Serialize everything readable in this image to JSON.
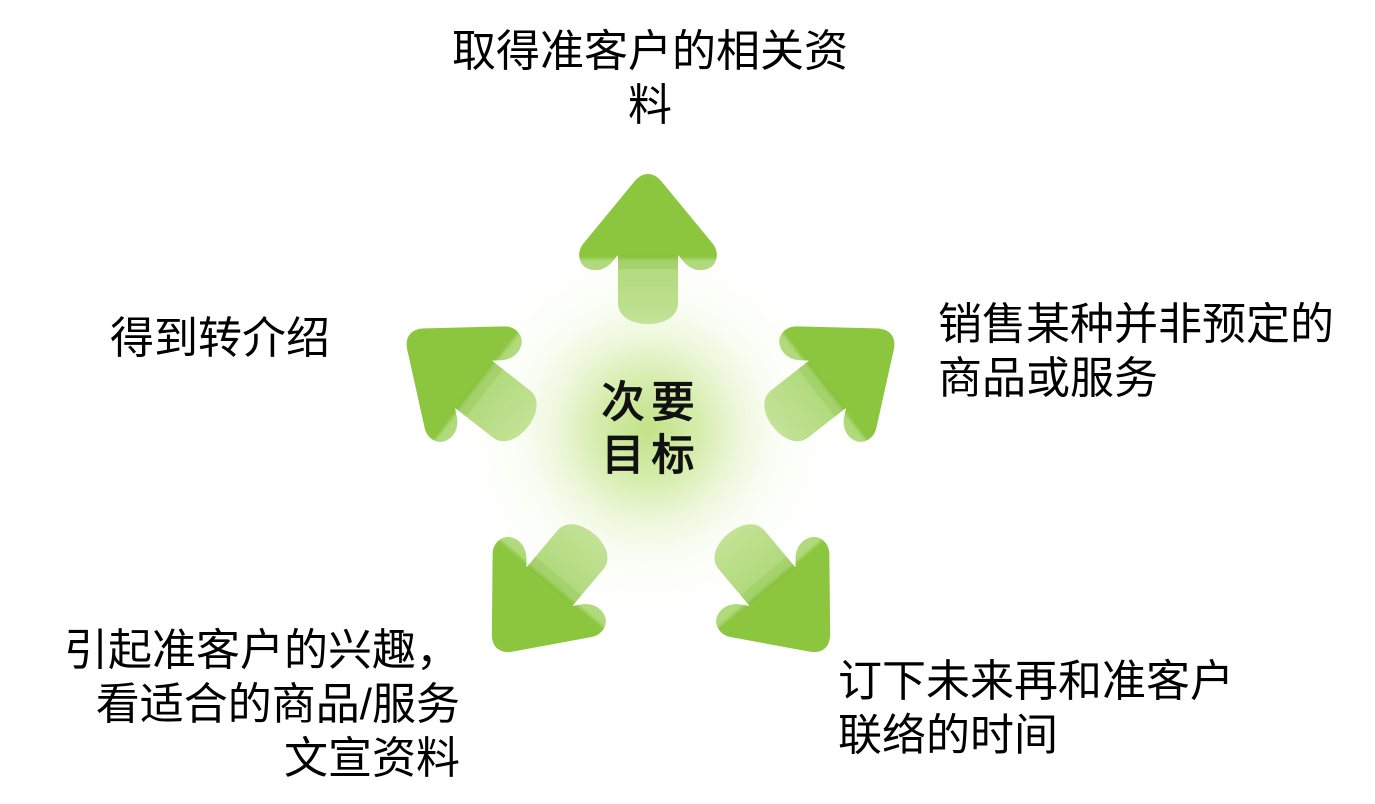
{
  "diagram": {
    "title_center": "次要\n目标",
    "center_lines": [
      "次要",
      "目标"
    ],
    "colors": {
      "arrow_fill": "#8CC63F",
      "arrow_tail_light": "#B9DD8A",
      "glow": "#C8E89A",
      "background": "#FFFFFF",
      "text": "#000000"
    },
    "nodes": [
      {
        "id": "top",
        "position": "top",
        "arrow_direction": "up",
        "arrow_angle_deg": 0,
        "label": "取得准客户的相关资\n料"
      },
      {
        "id": "upper-right",
        "position": "upper-right",
        "arrow_direction": "up-right",
        "arrow_angle_deg": 52,
        "label": "销售某种并非预定的\n商品或服务"
      },
      {
        "id": "lower-right",
        "position": "lower-right",
        "arrow_direction": "down-right",
        "arrow_angle_deg": 140,
        "label": "订下未来再和准客户\n联络的时间"
      },
      {
        "id": "lower-left",
        "position": "lower-left",
        "arrow_direction": "down-left",
        "arrow_angle_deg": 220,
        "label": "引起准客户的兴趣，\n看适合的商品/服务\n文宣资料"
      },
      {
        "id": "upper-left",
        "position": "upper-left",
        "arrow_direction": "up-left",
        "arrow_angle_deg": 308,
        "label": "得到转介绍"
      }
    ]
  }
}
